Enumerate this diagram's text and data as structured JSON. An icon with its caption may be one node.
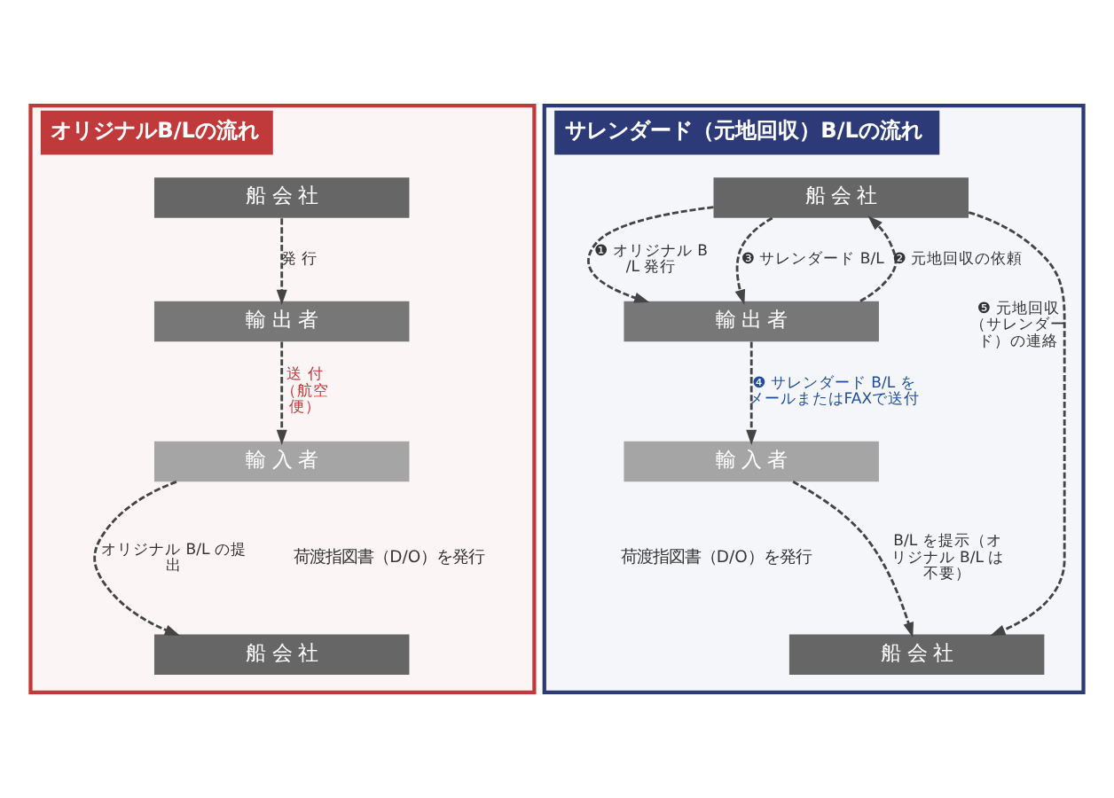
{
  "diagram": {
    "nodes": [
      {
        "text": [
          "オリジナルB/Lの流れ"
        ]
      },
      {
        "text": [
          "船 会 社"
        ],
        "in": 0
      },
      {
        "text": [
          "輸 出 者"
        ],
        "in": 0
      },
      {
        "text": [
          "輸 入 者"
        ],
        "in": 0
      },
      {
        "text": [
          "船 会 社"
        ],
        "in": 0
      },
      {
        "text": [
          "サレンダード（元地回収）B/Lの流れ"
        ]
      },
      {
        "text": [
          "船 会 社"
        ],
        "in": 5
      },
      {
        "text": [
          "輸 出 者"
        ],
        "in": 5
      },
      {
        "text": [
          "輸 入 者"
        ],
        "in": 5
      },
      {
        "text": [
          "船 会 社"
        ],
        "in": 5
      }
    ],
    "edges": [
      {
        "from": 1,
        "to": 2,
        "arrow": "to",
        "style": "dashed",
        "label": "発 行"
      },
      {
        "from": 2,
        "to": 3,
        "arrow": "to",
        "style": "dashed",
        "label": "送 付（航空便）"
      },
      {
        "from": 3,
        "to": 4,
        "arrow": "to",
        "style": "dashed",
        "label": "オリジナル B/L の提出"
      },
      {
        "from": 6,
        "to": 7,
        "arrow": "to",
        "style": "dashed",
        "label": "❶ オリジナル B/L 発行"
      },
      {
        "from": 7,
        "to": 6,
        "arrow": "to",
        "style": "dashed",
        "label": "❷ 元地回収の依頼"
      },
      {
        "from": 6,
        "to": 7,
        "arrow": "to",
        "style": "dashed",
        "label": "❸ サレンダード B/L"
      },
      {
        "from": 7,
        "to": 8,
        "arrow": "to",
        "style": "dashed",
        "label": "❹ サレンダード B/L をメールまたはFAXで送付"
      },
      {
        "from": 6,
        "to": 9,
        "arrow": "to",
        "style": "dashed",
        "label": "❺ 元地回収（サレンダード）の連絡"
      },
      {
        "from": 8,
        "to": 9,
        "arrow": "to",
        "style": "dashed",
        "label": "B/L を提示（オリジナル B/L は不要）"
      }
    ],
    "labels": [
      "荷渡指図書（D/O）を発行",
      "荷渡指図書（D/O）を発行"
    ]
  }
}
